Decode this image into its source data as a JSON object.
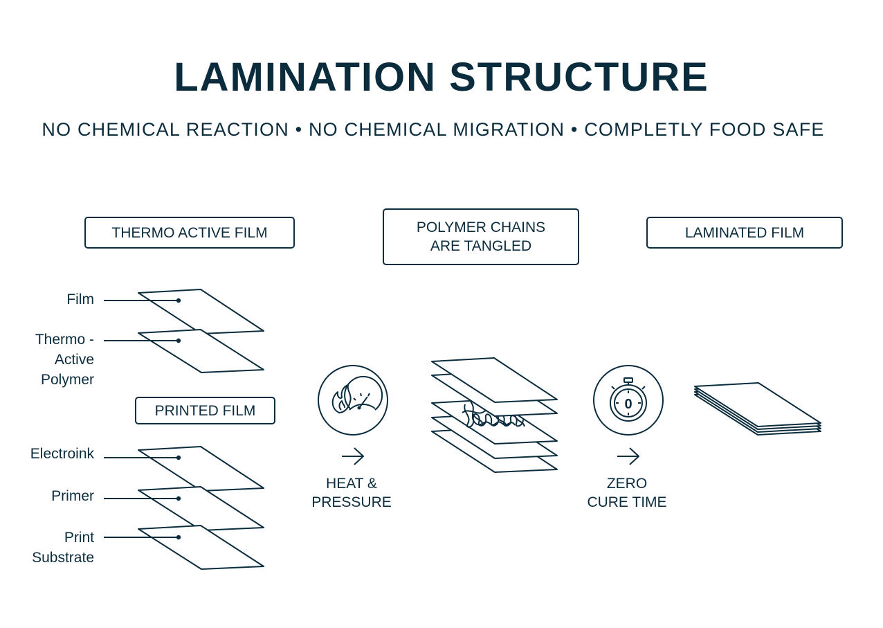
{
  "title": "LAMINATION STRUCTURE",
  "subtitle": "NO CHEMICAL REACTION • NO CHEMICAL MIGRATION • COMPLETLY FOOD SAFE",
  "boxes": {
    "thermo_active_film": "THERMO ACTIVE FILM",
    "polymer_chains_line1": "POLYMER CHAINS",
    "polymer_chains_line2": "ARE TANGLED",
    "laminated_film": "LAMINATED FILM",
    "printed_film": "PRINTED FILM"
  },
  "layers": {
    "film": "Film",
    "thermo_line1": "Thermo -",
    "thermo_line2": "Active",
    "thermo_line3": "Polymer",
    "electroink": "Electroink",
    "primer": "Primer",
    "print_line1": "Print",
    "print_line2": "Substrate"
  },
  "steps": {
    "heat_line1": "HEAT &",
    "heat_line2": "PRESSURE",
    "zero_line1": "ZERO",
    "zero_line2": "CURE TIME",
    "timer_digit": "0"
  },
  "icons": {
    "heat": "flame-gauge-icon",
    "timer": "stopwatch-icon",
    "arrow": "arrow-right-icon"
  },
  "colors": {
    "ink": "#0b2c3d",
    "background": "#ffffff"
  }
}
